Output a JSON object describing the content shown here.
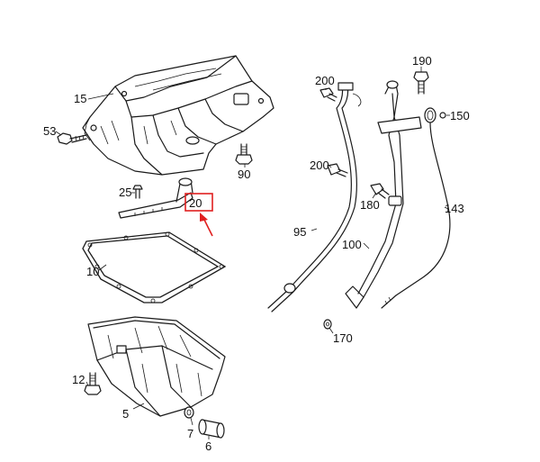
{
  "callouts": {
    "c15": "15",
    "c53": "53",
    "c90": "90",
    "c25": "25",
    "c20": "20",
    "c10": "10",
    "c12": "12",
    "c5": "5",
    "c7": "7",
    "c6": "6",
    "c200a": "200",
    "c200b": "200",
    "c190": "190",
    "c150": "150",
    "c180": "180",
    "c143": "143",
    "c95": "95",
    "c100": "100",
    "c170": "170"
  },
  "highlight": {
    "part": "20",
    "color": "#e02020"
  }
}
